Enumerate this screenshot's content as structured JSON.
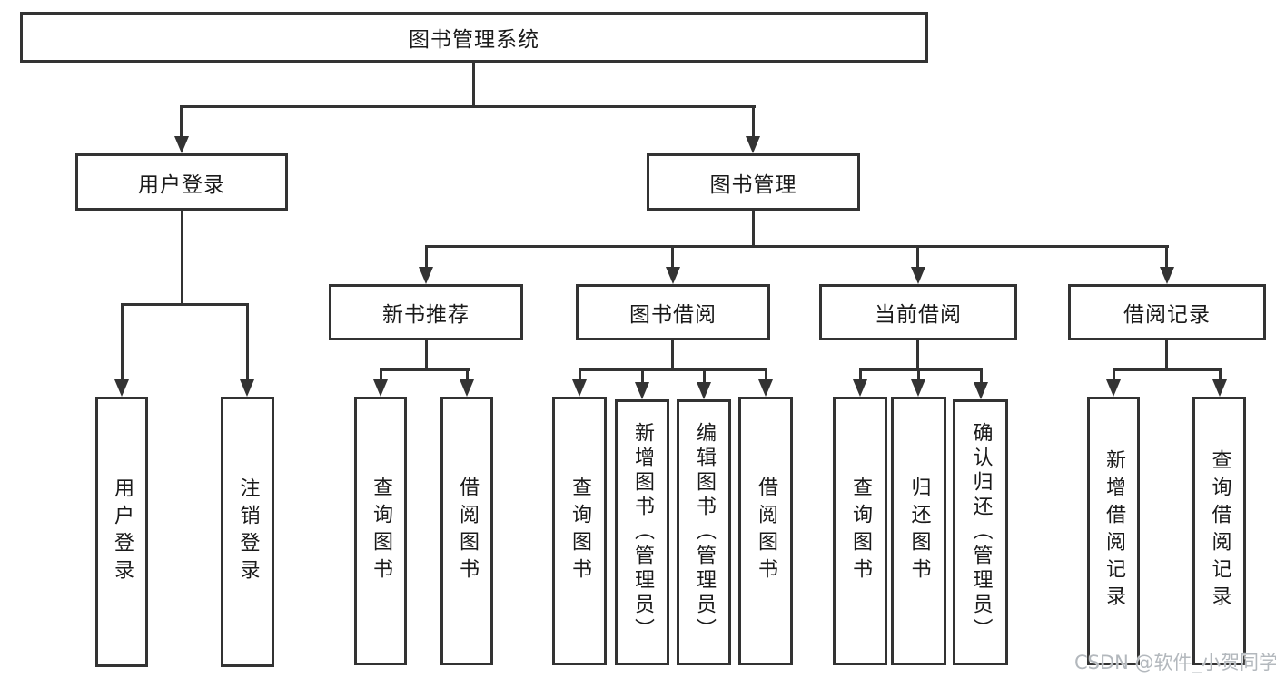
{
  "diagram_type": "hierarchy-tree",
  "nodes": {
    "root": "图书管理系统",
    "user_login": "用户登录",
    "book_mgmt": "图书管理",
    "leaf_login": "用户登录",
    "leaf_logout": "注销登录",
    "new_book_rec": "新书推荐",
    "book_borrow": "图书借阅",
    "current_borrow": "当前借阅",
    "borrow_record": "借阅记录",
    "rec_query_book": "查询图书",
    "rec_borrow_book": "借阅图书",
    "bor_query_book": "查询图书",
    "bor_add_book": "新增图书（管理员）",
    "bor_edit_book": "编辑图书（管理员）",
    "bor_borrow_book": "借阅图书",
    "cur_query_book": "查询图书",
    "cur_return_book": "归还图书",
    "cur_confirm_return": "确认归还（管理员）",
    "rcd_add_record": "新增借阅记录",
    "rcd_query_record": "查询借阅记录"
  },
  "watermark": "CSDN @软件_小贺同学",
  "colors": {
    "line": "#333333",
    "text": "#1a1a1a",
    "watermark": "#b3b8bd",
    "background": "#ffffff"
  }
}
